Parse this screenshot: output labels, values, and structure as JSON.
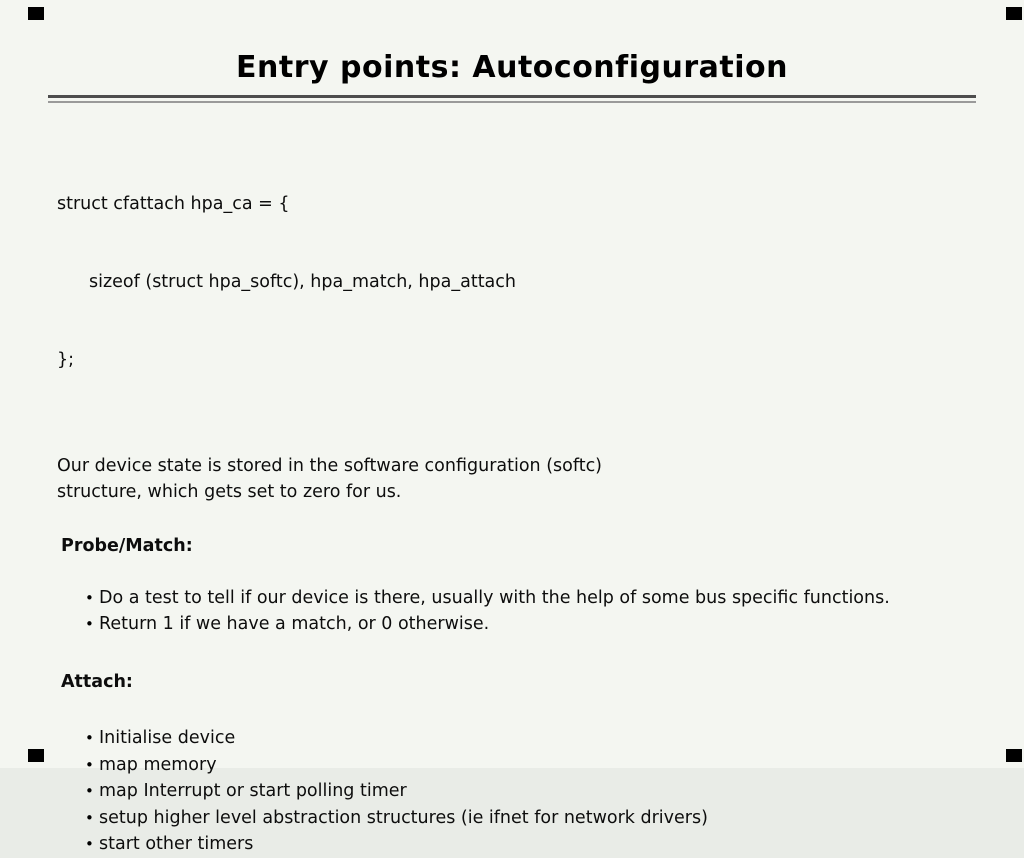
{
  "slide": {
    "title": "Entry points: Autoconfiguration",
    "code": {
      "line1": "struct cfattach hpa_ca = {",
      "line2": "sizeof (struct hpa_softc), hpa_match, hpa_attach",
      "line3": "};"
    },
    "paragraph": {
      "line1": "Our device state is stored in the software configuration (softc)",
      "line2": "structure, which gets set to zero for us."
    },
    "sections": [
      {
        "heading": "Probe/Match:",
        "bullets": [
          "Do a test to tell if our device is there, usually with the help of some bus specific functions.",
          "Return 1 if we have a match, or 0 otherwise."
        ]
      },
      {
        "heading": "Attach:",
        "bullets": [
          "Initialise device",
          "map memory",
          "map Interrupt or start polling timer",
          "setup higher level abstraction structures (ie ifnet for network drivers)",
          "start other timers"
        ]
      }
    ],
    "colors": {
      "background": "#f4f6f1",
      "text": "#0d0d0d",
      "rule_dark": "#4d4d4d",
      "rule_light": "#9a9a9a"
    }
  }
}
